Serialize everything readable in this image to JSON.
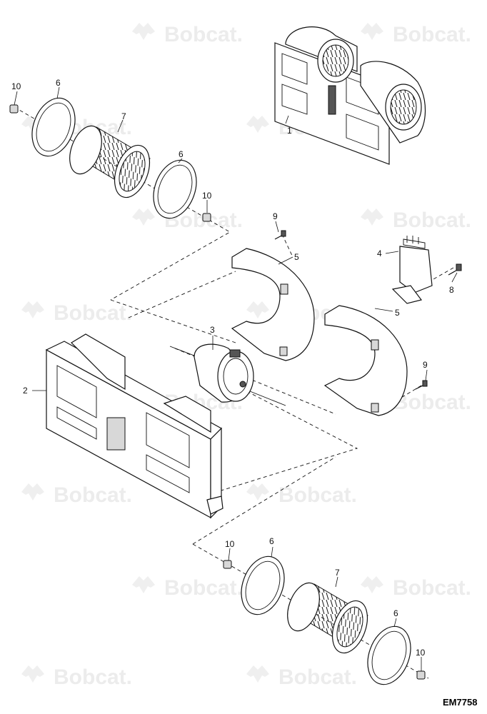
{
  "watermark": {
    "text": "Bobcat."
  },
  "figure_id": "EM7758",
  "callouts": {
    "c1": "1",
    "c2": "2",
    "c3": "3",
    "c4": "4",
    "c5a": "5",
    "c5b": "5",
    "c6a": "6",
    "c6b": "6",
    "c6c": "6",
    "c6d": "6",
    "c7a": "7",
    "c7b": "7",
    "c8": "8",
    "c9a": "9",
    "c9b": "9",
    "c10a": "10",
    "c10b": "10",
    "c10c": "10",
    "c10d": "10"
  }
}
